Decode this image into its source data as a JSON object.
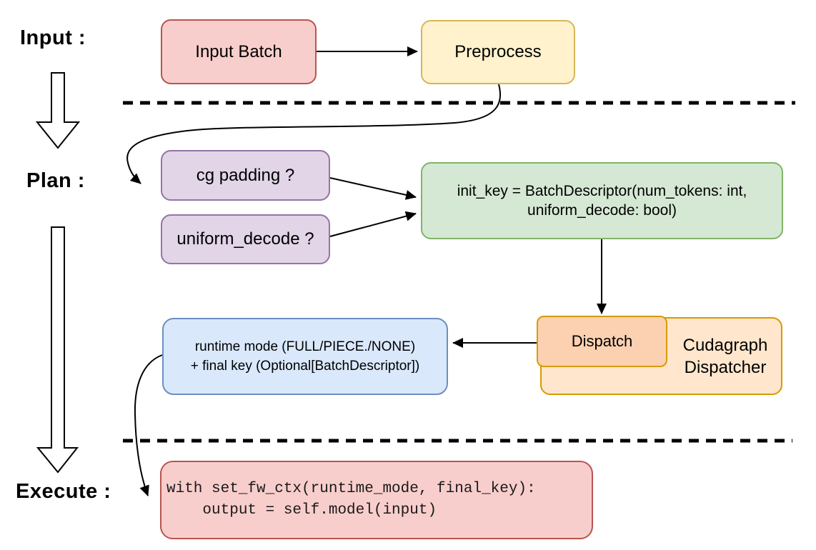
{
  "stages": {
    "input_label": "Input :",
    "plan_label": "Plan :",
    "execute_label": "Execute :"
  },
  "nodes": {
    "input_batch": "Input Batch",
    "preprocess": "Preprocess",
    "cg_padding": "cg padding ?",
    "uniform_decode": "uniform_decode ?",
    "init_key_line1": "init_key = BatchDescriptor(num_tokens: int,",
    "init_key_line2": "uniform_decode: bool)",
    "runtime_line1": "runtime mode (FULL/PIECE./NONE)",
    "runtime_line2": "+ final key (Optional[BatchDescriptor])",
    "dispatch": "Dispatch",
    "dispatcher_line1": "Cudagraph",
    "dispatcher_line2": "Dispatcher",
    "code_line1": "with set_fw_ctx(runtime_mode, final_key):",
    "code_line2": "    output = self.model(input)"
  },
  "palette": {
    "red_fill": "#f8cecc",
    "red_border": "#b85450",
    "yellow_fill": "#fff2cc",
    "yellow_border": "#d6b656",
    "purple_fill": "#e1d5e7",
    "purple_border": "#9673a6",
    "green_fill": "#d5e8d4",
    "green_border": "#82b366",
    "blue_fill": "#dae8fc",
    "blue_border": "#6c8ebf",
    "orange_outer_fill": "#ffe6cc",
    "orange_inner_fill": "#fbd1b1",
    "orange_border": "#d79b00",
    "line_color": "#000000",
    "background": "#ffffff"
  },
  "edges": [
    {
      "from": "Input Batch",
      "to": "Preprocess"
    },
    {
      "from": "Preprocess",
      "to": "cg padding ?"
    },
    {
      "from": "cg padding ?",
      "to": "init_key"
    },
    {
      "from": "uniform_decode ?",
      "to": "init_key"
    },
    {
      "from": "init_key",
      "to": "Dispatch"
    },
    {
      "from": "Dispatch",
      "to": "runtime mode + final key"
    },
    {
      "from": "runtime mode + final key",
      "to": "execute code"
    },
    {
      "from": "Input",
      "to": "Plan"
    },
    {
      "from": "Plan",
      "to": "Execute"
    }
  ]
}
